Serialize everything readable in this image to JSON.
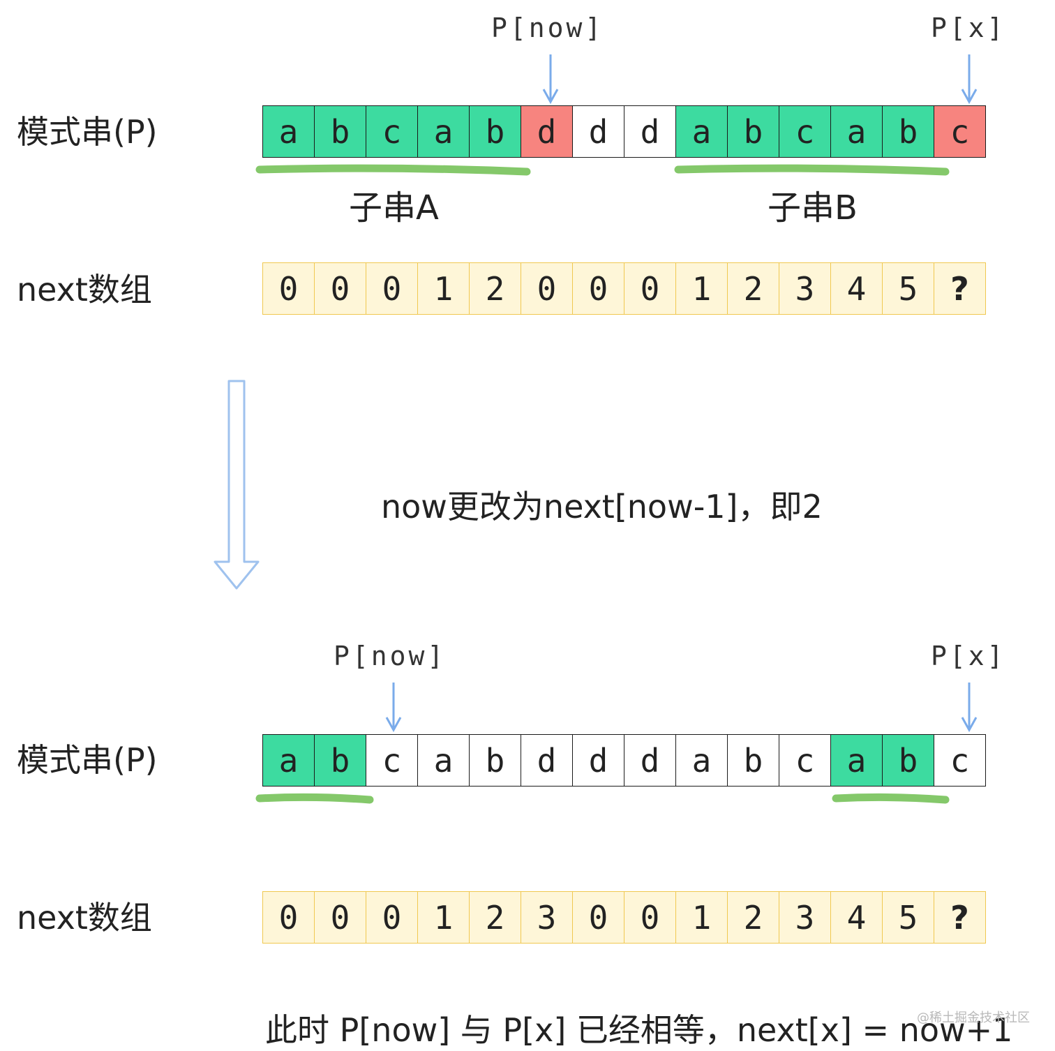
{
  "top": {
    "row_label_pattern": "模式串(P)",
    "row_label_next": "next数组",
    "pointer_now": "P[now]",
    "pointer_x": "P[x]",
    "pattern": [
      "a",
      "b",
      "c",
      "a",
      "b",
      "d",
      "d",
      "d",
      "a",
      "b",
      "c",
      "a",
      "b",
      "c"
    ],
    "pattern_states": [
      "green",
      "green",
      "green",
      "green",
      "green",
      "red",
      "white",
      "white",
      "green",
      "green",
      "green",
      "green",
      "green",
      "red"
    ],
    "next": [
      "0",
      "0",
      "0",
      "1",
      "2",
      "0",
      "0",
      "0",
      "1",
      "2",
      "3",
      "4",
      "5",
      "?"
    ],
    "sub_a": "子串A",
    "sub_b": "子串B"
  },
  "middle": {
    "caption": "now更改为next[now-1]，即2"
  },
  "bottom": {
    "row_label_pattern": "模式串(P)",
    "row_label_next": "next数组",
    "pointer_now": "P[now]",
    "pointer_x": "P[x]",
    "pattern": [
      "a",
      "b",
      "c",
      "a",
      "b",
      "d",
      "d",
      "d",
      "a",
      "b",
      "c",
      "a",
      "b",
      "c"
    ],
    "pattern_states": [
      "green",
      "green",
      "white",
      "white",
      "white",
      "white",
      "white",
      "white",
      "white",
      "white",
      "white",
      "green",
      "green",
      "white"
    ],
    "next": [
      "0",
      "0",
      "0",
      "1",
      "2",
      "3",
      "0",
      "0",
      "1",
      "2",
      "3",
      "4",
      "5",
      "?"
    ],
    "caption": "此时 P[now] 与 P[x] 已经相等，next[x] = now+1"
  },
  "watermark": "@稀土掘金技术社区",
  "colors": {
    "match": "#3ddba0",
    "mismatch": "#f7847f",
    "next_fill": "#fef6d8",
    "next_border": "#f0c850",
    "arrow": "#7aabea",
    "underline": "#84c86a"
  }
}
